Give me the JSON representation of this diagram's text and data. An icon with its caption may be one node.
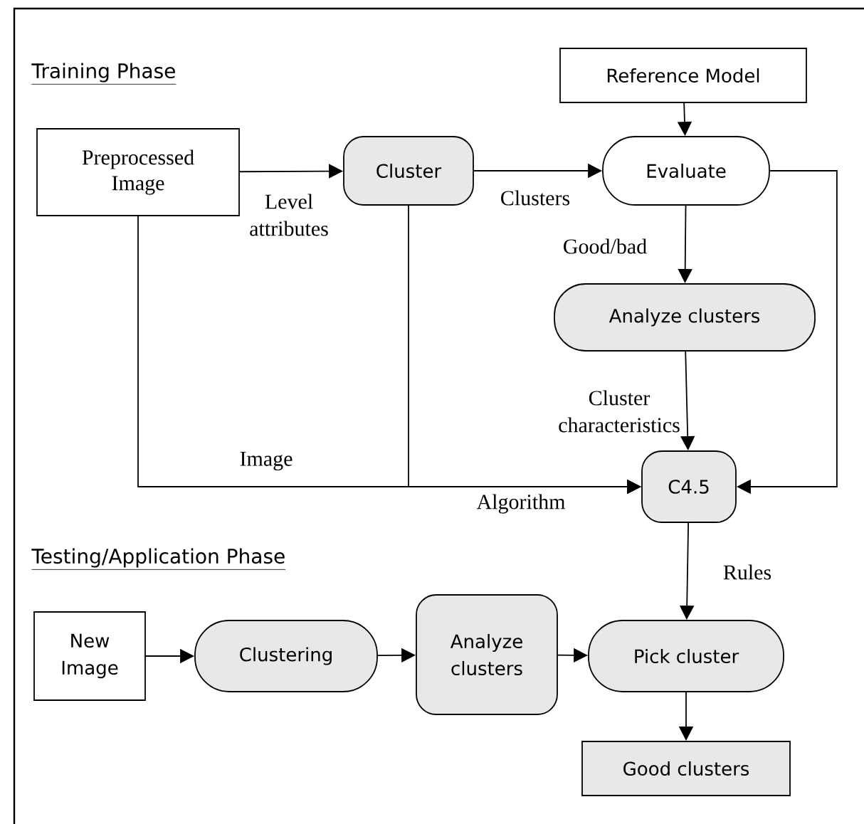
{
  "diagram": {
    "nodes": [
      {
        "text": [
          "Preprocessed Image"
        ]
      },
      {
        "text": [
          "Cluster"
        ]
      },
      {
        "text": [
          "Reference Model"
        ]
      },
      {
        "text": [
          "Evaluate"
        ]
      },
      {
        "text": [
          "Analyze clusters"
        ]
      },
      {
        "text": [
          "C4.5"
        ]
      },
      {
        "text": [
          "New Image"
        ]
      },
      {
        "text": [
          "Clustering"
        ]
      },
      {
        "text": [
          "Analyze clusters"
        ]
      },
      {
        "text": [
          "Pick cluster"
        ]
      },
      {
        "text": [
          "Good clusters"
        ]
      }
    ],
    "edges": [
      {
        "from": 0,
        "to": 1,
        "arrow": "to",
        "label": "Level attributes"
      },
      {
        "from": 1,
        "to": 3,
        "arrow": "to",
        "label": "Clusters"
      },
      {
        "from": 2,
        "to": 3,
        "arrow": "to"
      },
      {
        "from": 3,
        "to": 4,
        "arrow": "to",
        "label": "Good/bad"
      },
      {
        "from": 4,
        "to": 5,
        "arrow": "to",
        "label": "Cluster characteristics"
      },
      {
        "from": 0,
        "to": 5,
        "arrow": "to",
        "label": "Image"
      },
      {
        "from": 1,
        "to": 5,
        "arrow": "to",
        "label": "Algorithm"
      },
      {
        "from": 3,
        "to": 5,
        "arrow": "to"
      },
      {
        "from": 5,
        "to": 9,
        "arrow": "to",
        "label": "Rules"
      },
      {
        "from": 6,
        "to": 7,
        "arrow": "to"
      },
      {
        "from": 7,
        "to": 8,
        "arrow": "to"
      },
      {
        "from": 8,
        "to": 9,
        "arrow": "to"
      },
      {
        "from": 9,
        "to": 10,
        "arrow": "to"
      }
    ],
    "labels": [
      "Training Phase",
      "Testing/Application Phase"
    ]
  }
}
